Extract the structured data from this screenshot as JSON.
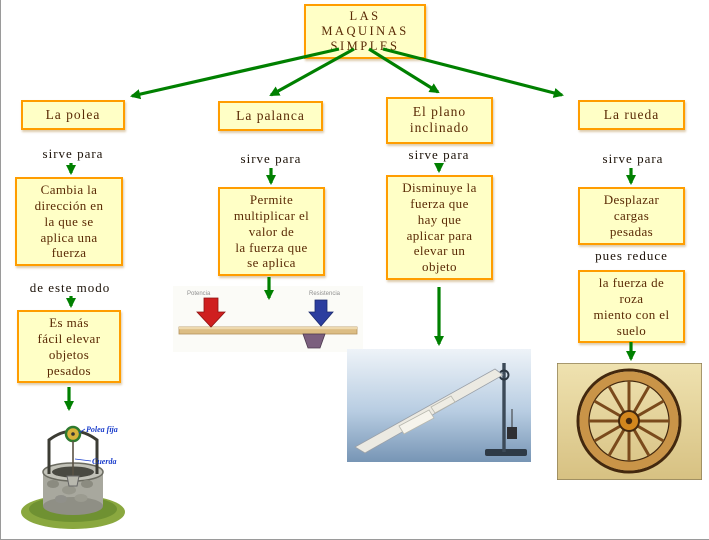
{
  "title": "LAS\nMAQUINAS\nSIMPLES",
  "colors": {
    "box_bg": "#ffffc6",
    "box_border": "#ff9d00",
    "arrow_green": "#008000",
    "box_text": "#5a2a05",
    "image_label_blue": "#1b3ecc",
    "lever_effort_red": "#cf1f1f",
    "lever_resistance_blue": "#2c3e9f"
  },
  "branches": [
    {
      "label": "La polea",
      "connector": "sirve para",
      "effect": "Cambia la\ndirección en\nla que se\naplica una\nfuerza",
      "connector2": "de este modo",
      "effect2": "Es más\nfácil elevar\nobjetos\npesados",
      "image": {
        "name": "pulley-well-illustration",
        "captions": [
          "Polea fija",
          "Cuerda"
        ]
      }
    },
    {
      "label": "La palanca",
      "connector": "sirve para",
      "effect": "Permite\nmultiplicar el\nvalor de\nla fuerza que\nse aplica",
      "image": {
        "name": "lever-illustration",
        "captions": [
          "Potencia",
          "Resistencia"
        ]
      }
    },
    {
      "label": "El plano\ninclinado",
      "connector": "sirve para",
      "effect": "Disminuye la\nfuerza que\nhay que\naplicar para\nelevar un\nobjeto",
      "image": {
        "name": "inclined-plane-illustration",
        "captions": []
      }
    },
    {
      "label": "La rueda",
      "connector": "sirve para",
      "effect": "Desplazar\ncargas\npesadas",
      "connector2": "pues reduce",
      "effect2": "la fuerza de\nroza\nmiento con el\nsuelo",
      "image": {
        "name": "wheel-illustration",
        "captions": []
      }
    }
  ]
}
